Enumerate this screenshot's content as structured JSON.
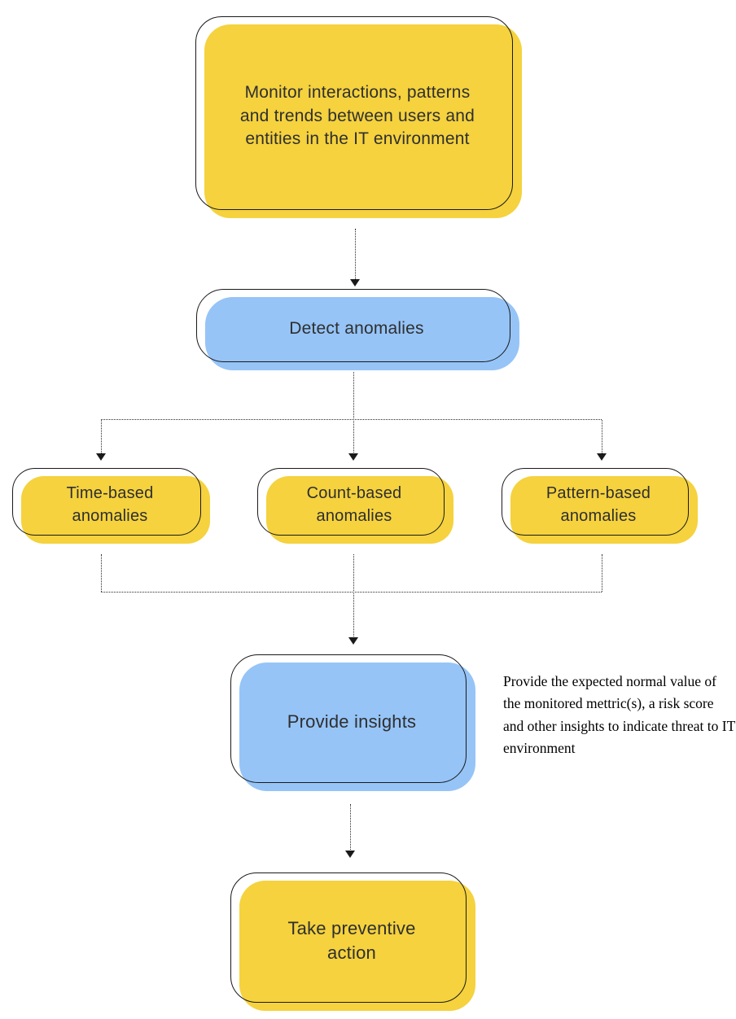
{
  "diagram": {
    "nodes": {
      "monitor": {
        "label": "Monitor interactions, patterns and trends between users and entities in the IT environment"
      },
      "detect": {
        "label": "Detect anomalies"
      },
      "time_based": {
        "label": "Time-based anomalies"
      },
      "count_based": {
        "label": "Count-based anomalies"
      },
      "pattern_based": {
        "label": "Pattern-based anomalies"
      },
      "provide_insights": {
        "label": "Provide insights"
      },
      "take_action": {
        "label": "Take preventive action"
      }
    },
    "annotation": {
      "text": "Provide the expected normal value of the monitored mettric(s), a risk score and other insights to indicate threat to IT environment"
    },
    "colors": {
      "node_yellow": "#F5D23E",
      "node_blue": "#96C4F7",
      "outline": "#1A1A1A",
      "label_text": "#2F2F2F",
      "connector": "#2A2A2A",
      "background": "#FFFFFF"
    }
  }
}
